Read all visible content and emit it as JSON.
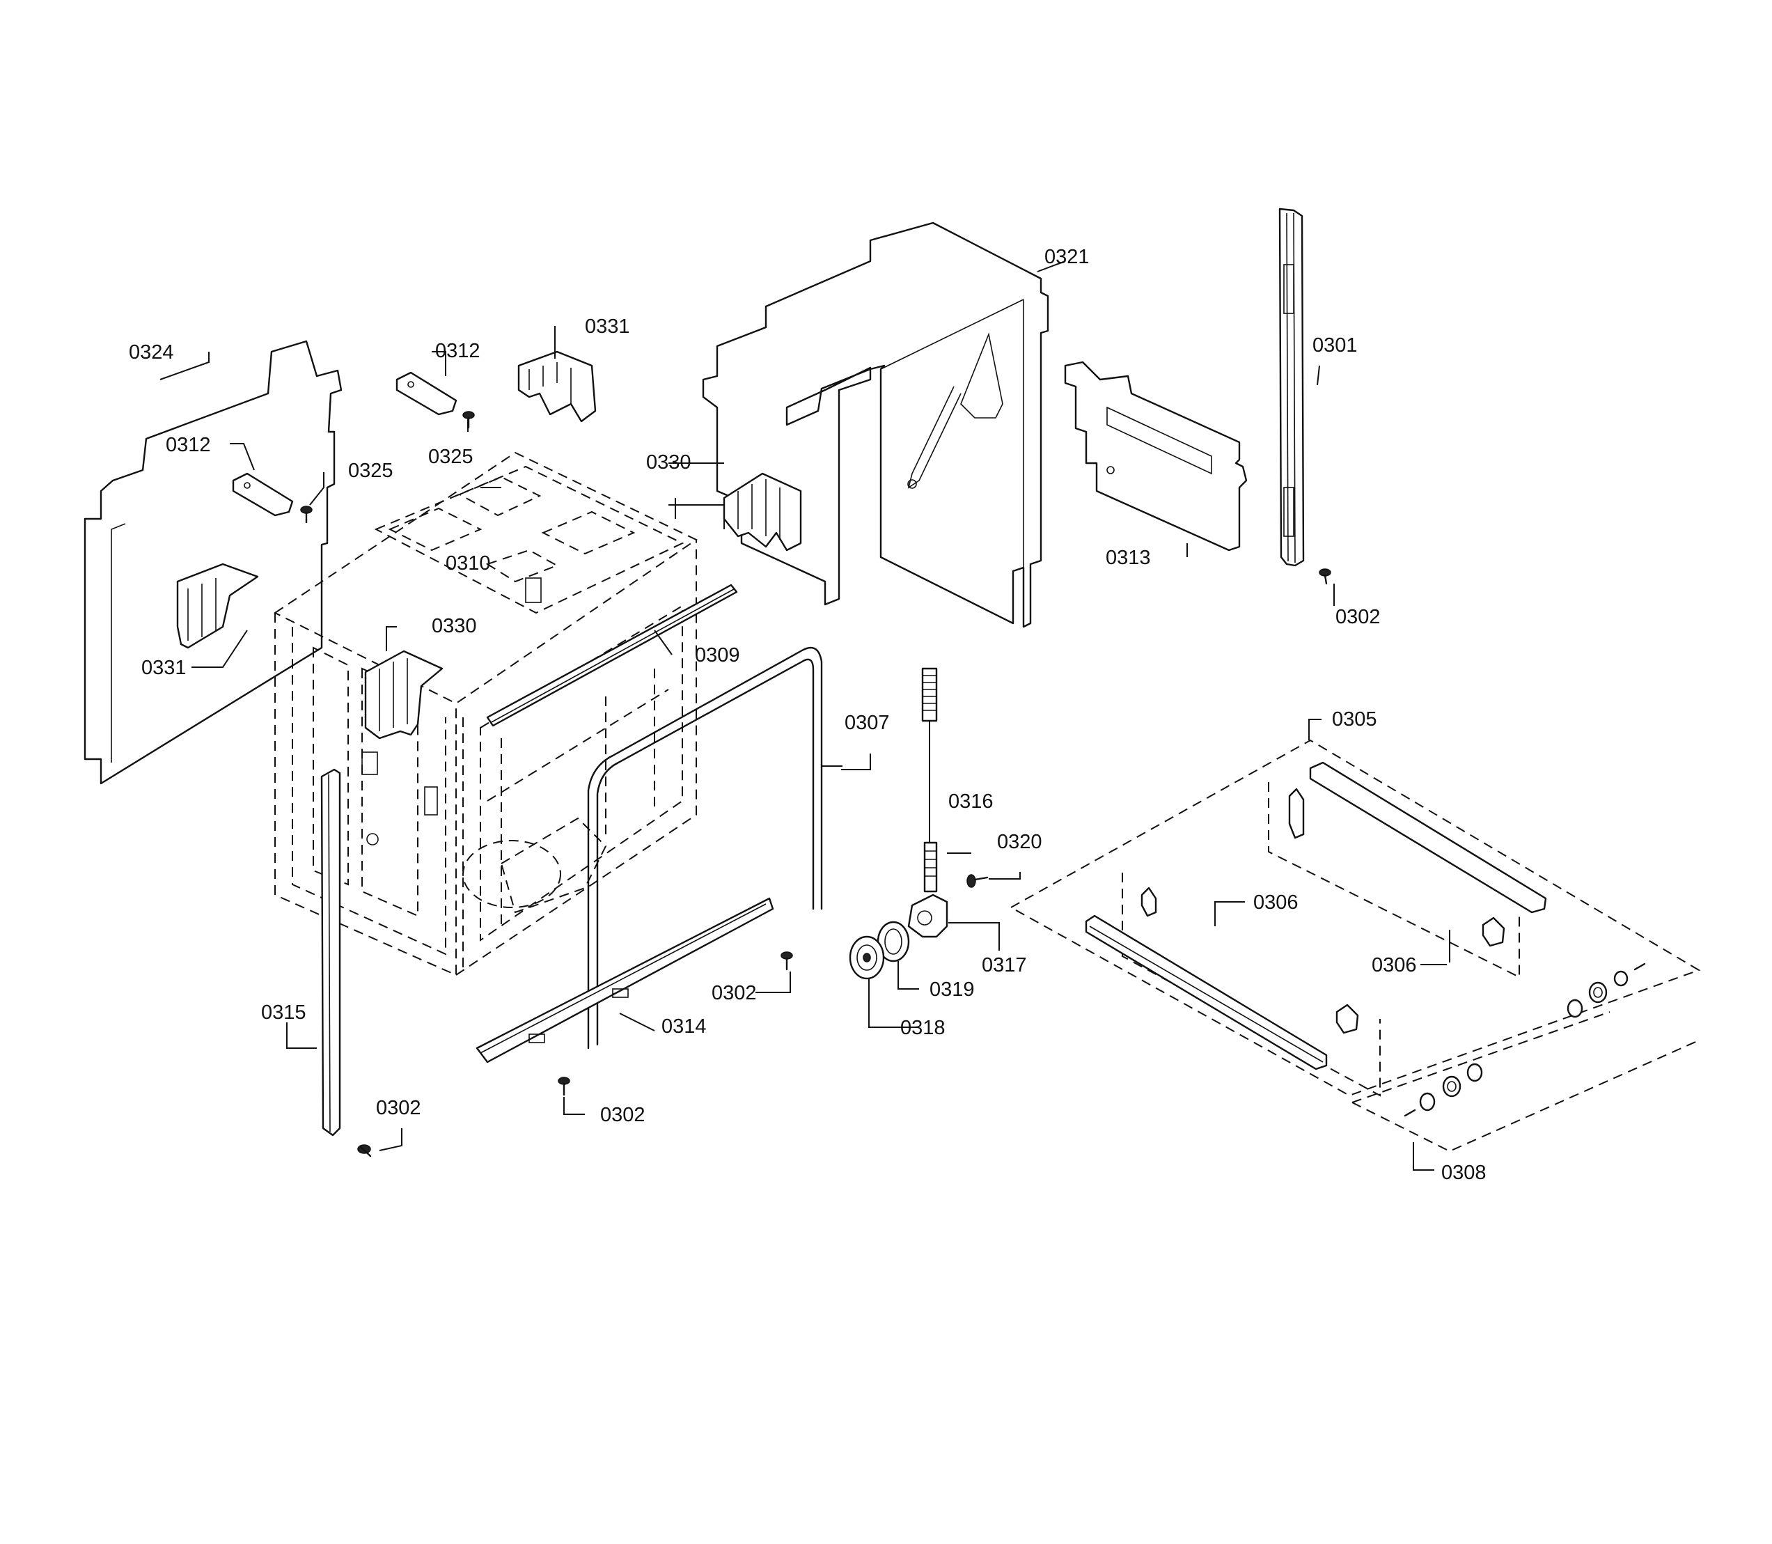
{
  "diagram": {
    "parts": [
      {
        "id": "0324"
      },
      {
        "id": "0312"
      },
      {
        "id": "0312"
      },
      {
        "id": "0325"
      },
      {
        "id": "0325"
      },
      {
        "id": "0331"
      },
      {
        "id": "0331"
      },
      {
        "id": "0330"
      },
      {
        "id": "0330"
      },
      {
        "id": "0310"
      },
      {
        "id": "0309"
      },
      {
        "id": "0321"
      },
      {
        "id": "0313"
      },
      {
        "id": "0301"
      },
      {
        "id": "0302"
      },
      {
        "id": "0302"
      },
      {
        "id": "0302"
      },
      {
        "id": "0302"
      },
      {
        "id": "0307"
      },
      {
        "id": "0316"
      },
      {
        "id": "0320"
      },
      {
        "id": "0317"
      },
      {
        "id": "0319"
      },
      {
        "id": "0318"
      },
      {
        "id": "0314"
      },
      {
        "id": "0315"
      },
      {
        "id": "0305"
      },
      {
        "id": "0306"
      },
      {
        "id": "0306"
      },
      {
        "id": "0308"
      }
    ]
  }
}
